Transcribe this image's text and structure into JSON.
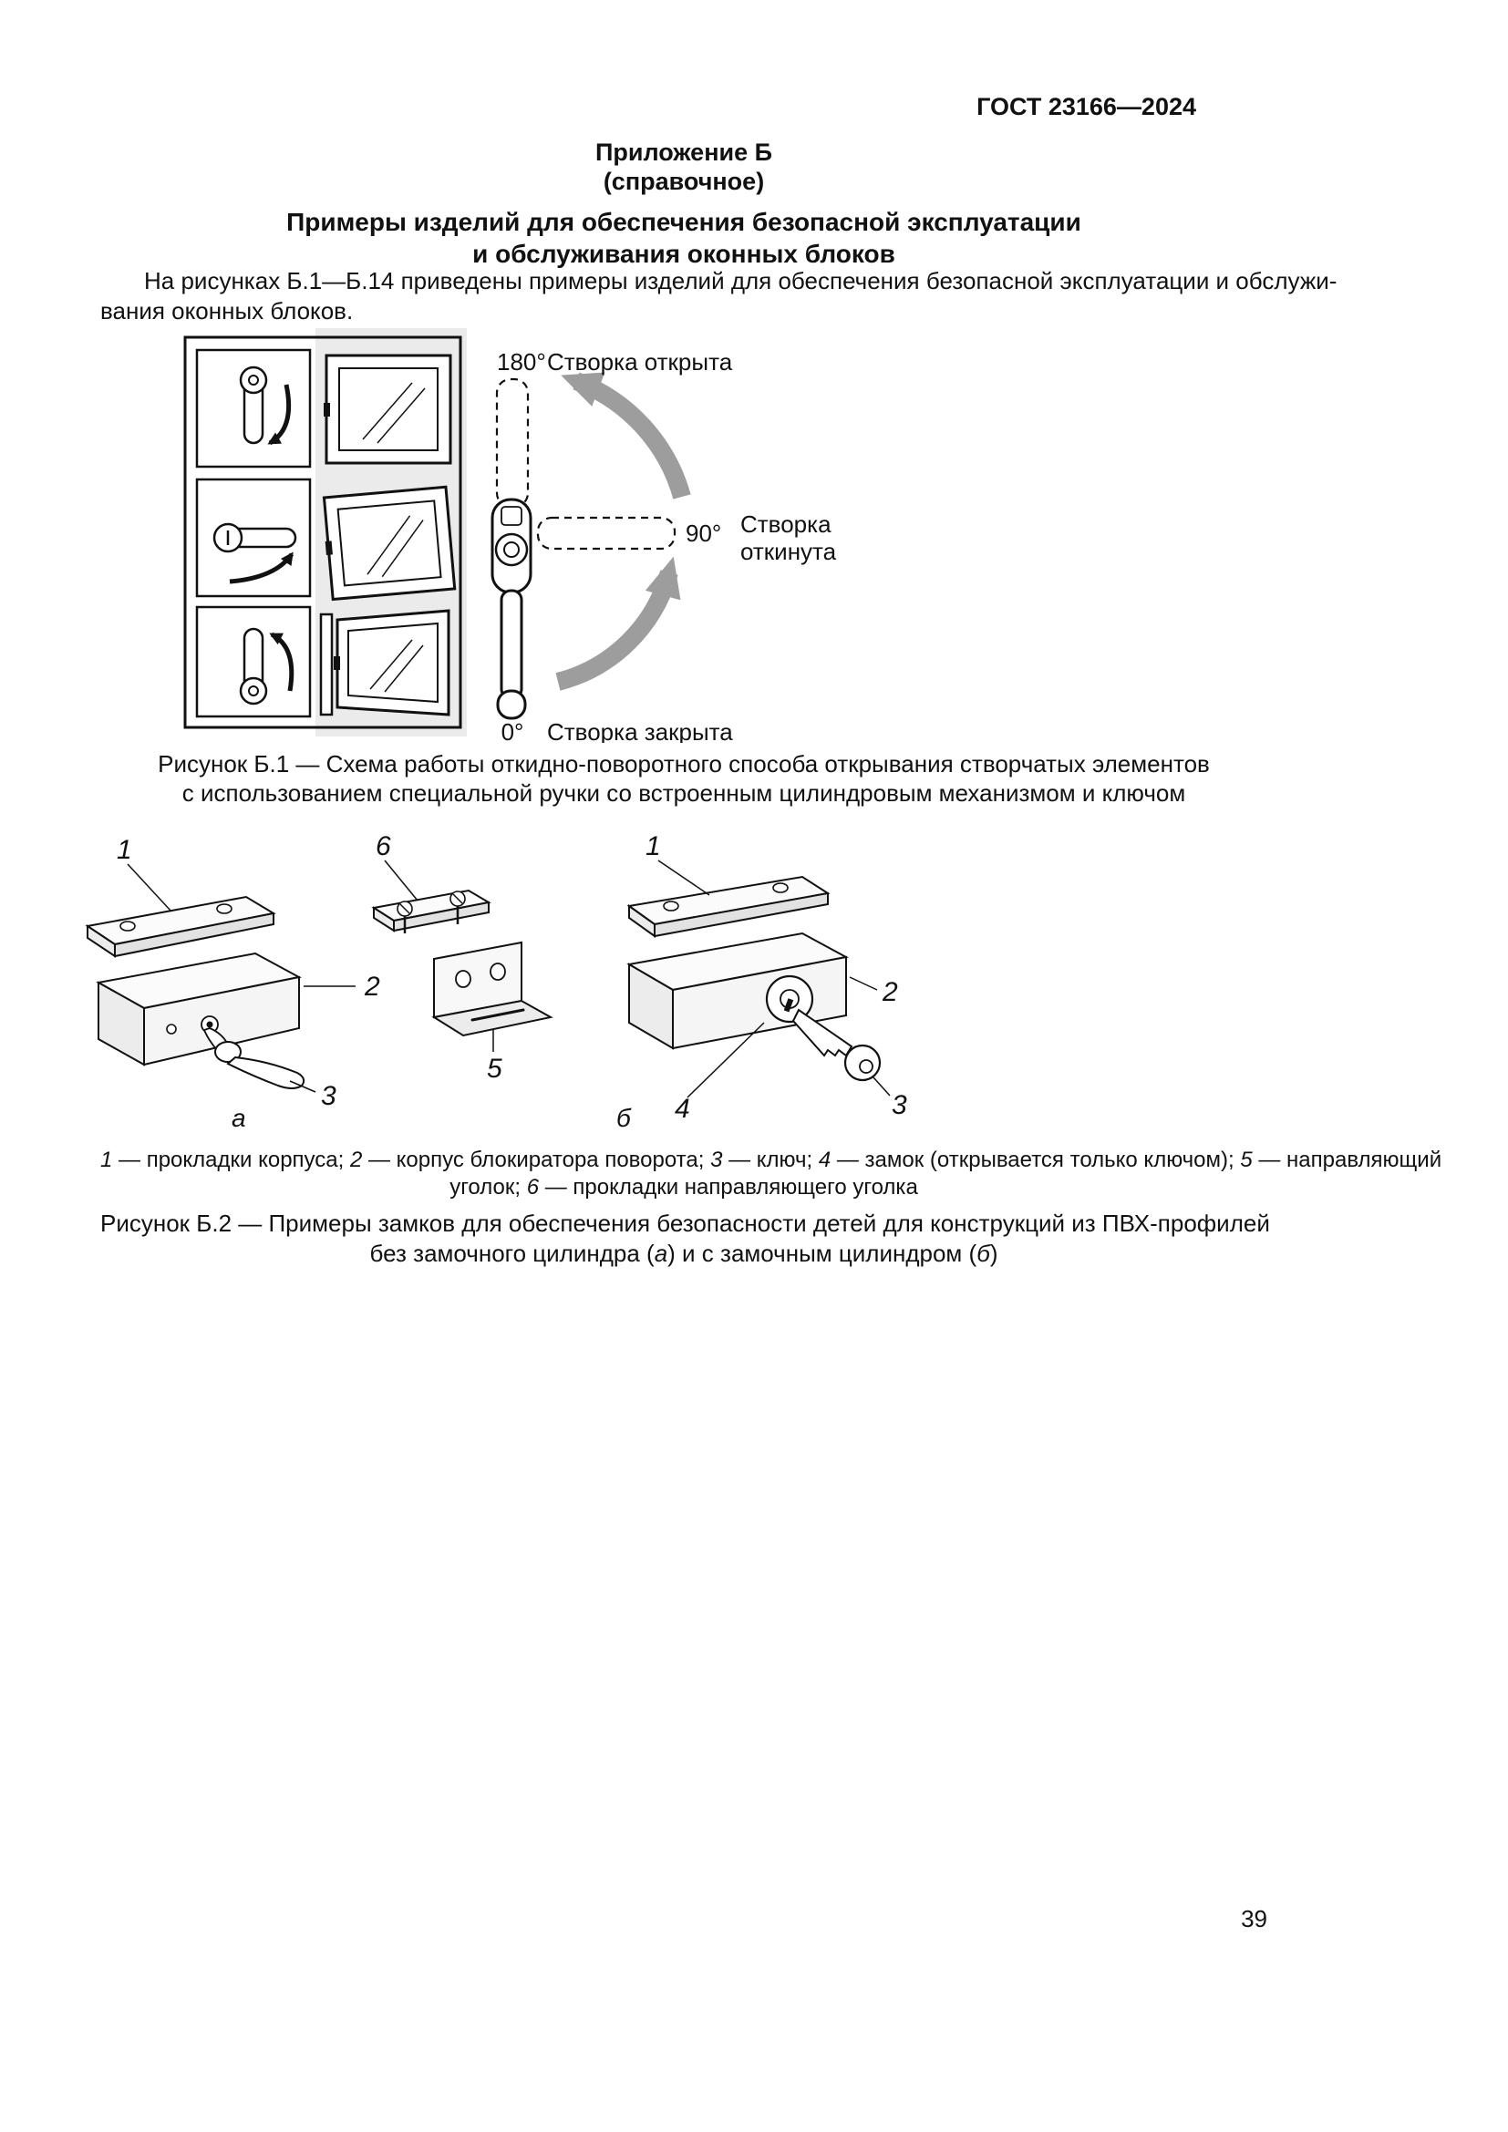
{
  "page": {
    "gost_number": "ГОСТ 23166—2024",
    "page_number": "39"
  },
  "appendix": {
    "label": "Приложение Б",
    "type": "(справочное)",
    "title_line1": "Примеры изделий для обеспечения безопасной эксплуатации",
    "title_line2": "и обслуживания оконных блоков"
  },
  "intro": {
    "line1": "На рисунках Б.1—Б.14 приведены примеры изделий для обеспечения безопасной эксплуатации и обслужи-",
    "line2": "вания оконных блоков."
  },
  "figure_b1": {
    "angle_180": "180°",
    "label_open": "Створка открыта",
    "angle_90": "90°",
    "label_tilted_line1": "Створка",
    "label_tilted_line2": "откинута",
    "angle_0": "0°",
    "label_closed": "Створка закрыта",
    "caption_line1": "Рисунок Б.1 — Схема работы откидно-поворотного способа открывания створчатых элементов",
    "caption_line2": "с использованием специальной ручки со встроенным цилиндровым механизмом и ключом"
  },
  "figure_b2": {
    "callout_1": "1",
    "callout_2": "2",
    "callout_3": "3",
    "callout_4": "4",
    "callout_5": "5",
    "callout_6": "6",
    "sub_a": "а",
    "sub_b": "б",
    "caption_line1": "Рисунок Б.2 — Примеры замков для обеспечения безопасности детей для конструкций из ПВХ-профилей",
    "cap2_p1": "без замочного цилиндра (",
    "cap2_a": "а",
    "cap2_p2": ") и с замочным цилиндром (",
    "cap2_b": "б",
    "cap2_p3": ")"
  },
  "legend": {
    "n1": "1",
    "t1": " — прокладки корпуса; ",
    "n2": "2",
    "t2": " — корпус блокиратора поворота; ",
    "n3": "3",
    "t3": " — ключ; ",
    "n4": "4",
    "t4": " — замок (открывается только ключом); ",
    "n5": "5",
    "t5": " — направляющий",
    "t5b": "уголок; ",
    "n6": "6",
    "t6": " — прокладки направляющего уголка"
  },
  "colors": {
    "ink": "#111111",
    "arrow_gray": "#9d9d9d",
    "backdrop_gray": "#ebebeb"
  }
}
